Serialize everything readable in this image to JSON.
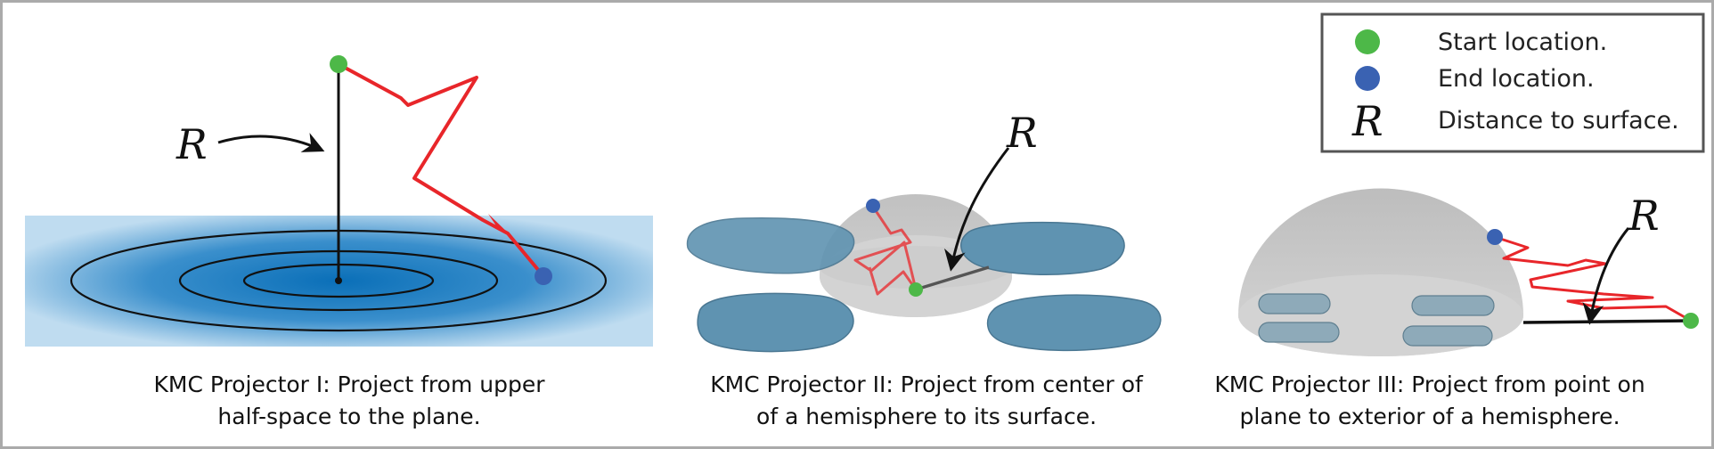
{
  "legend": {
    "items": [
      {
        "marker": "green-dot",
        "color": "#4db848",
        "label": "Start location."
      },
      {
        "marker": "blue-dot",
        "color": "#3a62b2",
        "label": "End location."
      },
      {
        "marker": "R-symbol",
        "symbol": "R",
        "label": "Distance to surface."
      }
    ]
  },
  "panels": [
    {
      "id": "projector-1",
      "r_symbol": "R",
      "caption_line1": "KMC Projector I: Project from upper",
      "caption_line2": "half-space to the plane."
    },
    {
      "id": "projector-2",
      "r_symbol": "R",
      "caption_line1": "KMC Projector II: Project from center of",
      "caption_line2": "of a hemisphere to its surface."
    },
    {
      "id": "projector-3",
      "r_symbol": "R",
      "caption_line1": "KMC Projector III: Project from point on",
      "caption_line2": "plane to exterior of a hemisphere."
    }
  ],
  "colors": {
    "walk": "#e8262a",
    "start": "#4db848",
    "end": "#3a62b2",
    "plane_dark": "#0a6fb8",
    "plane_light": "#bfdcf0",
    "patch": "#5f93b1",
    "hemisphere": "#c8c8c8",
    "frame": "#aaaaaa"
  }
}
